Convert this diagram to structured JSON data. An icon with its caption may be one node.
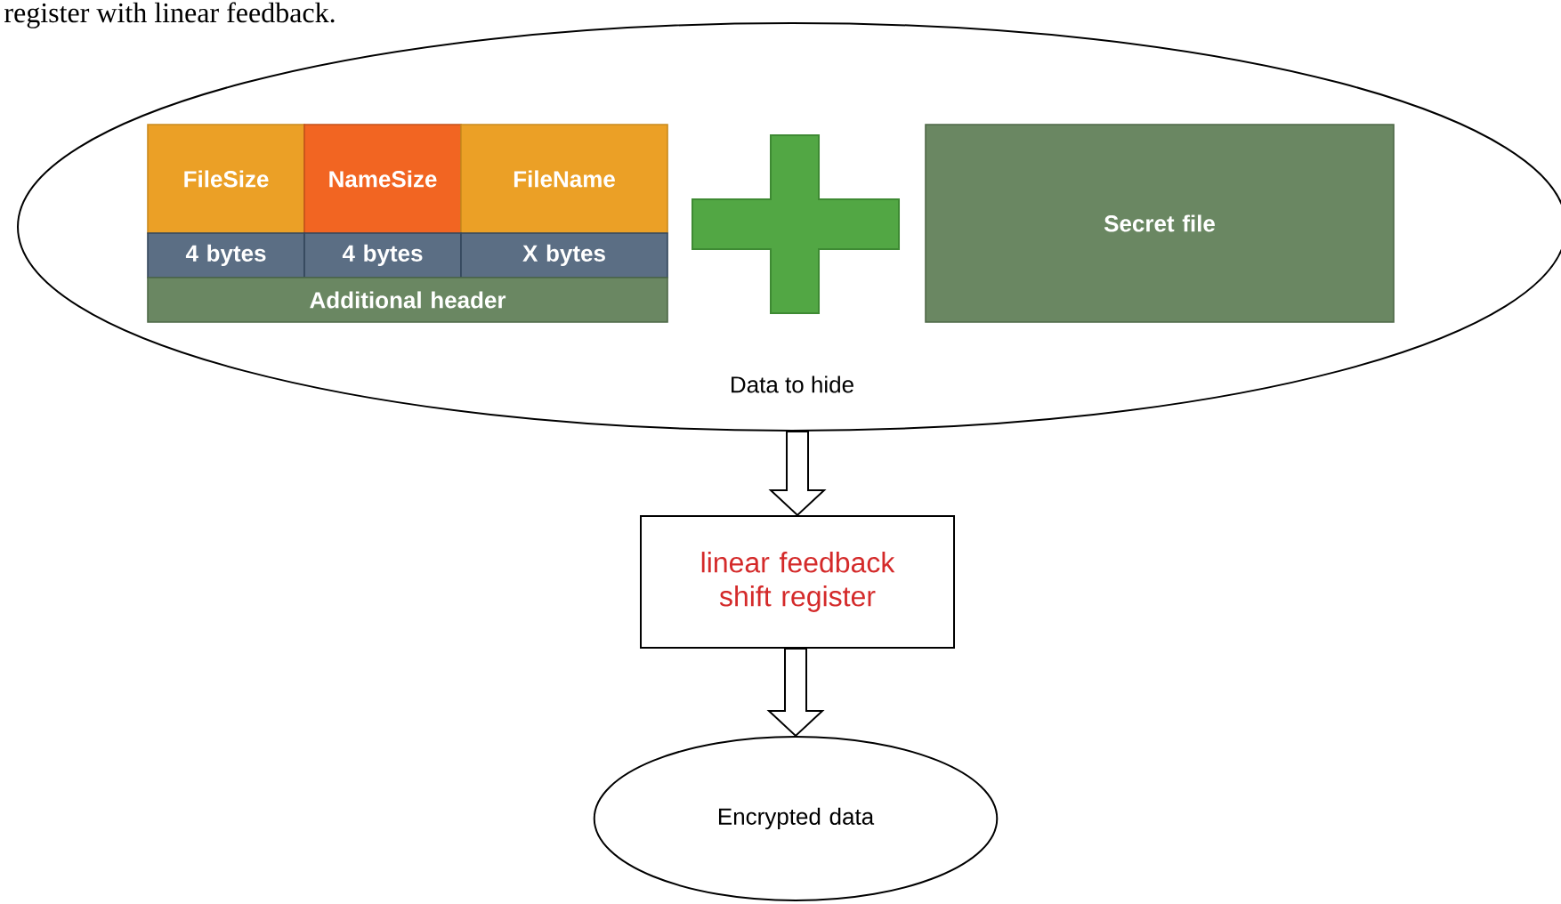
{
  "diagram": {
    "nodes": [
      {
        "text": [
          "Data to hide"
        ]
      },
      {
        "text": [
          "FileSize"
        ],
        "in": 0
      },
      {
        "text": [
          "NameSize"
        ],
        "in": 0
      },
      {
        "text": [
          "FileName"
        ],
        "in": 0
      },
      {
        "text": [
          "4 bytes"
        ],
        "in": 0
      },
      {
        "text": [
          "4 bytes"
        ],
        "in": 0
      },
      {
        "text": [
          "X bytes"
        ],
        "in": 0
      },
      {
        "text": [
          "Additional header"
        ],
        "in": 0
      },
      {
        "text": [
          "Secret file"
        ],
        "in": 0
      },
      {
        "text": [
          "linear feedback shift register"
        ]
      },
      {
        "text": [
          "Encrypted data"
        ]
      }
    ],
    "edges": [
      {
        "from": 0,
        "to": 9,
        "arrow": "to"
      },
      {
        "from": 9,
        "to": 10,
        "arrow": "to"
      }
    ],
    "labels": [
      "register with linear feedback."
    ]
  }
}
